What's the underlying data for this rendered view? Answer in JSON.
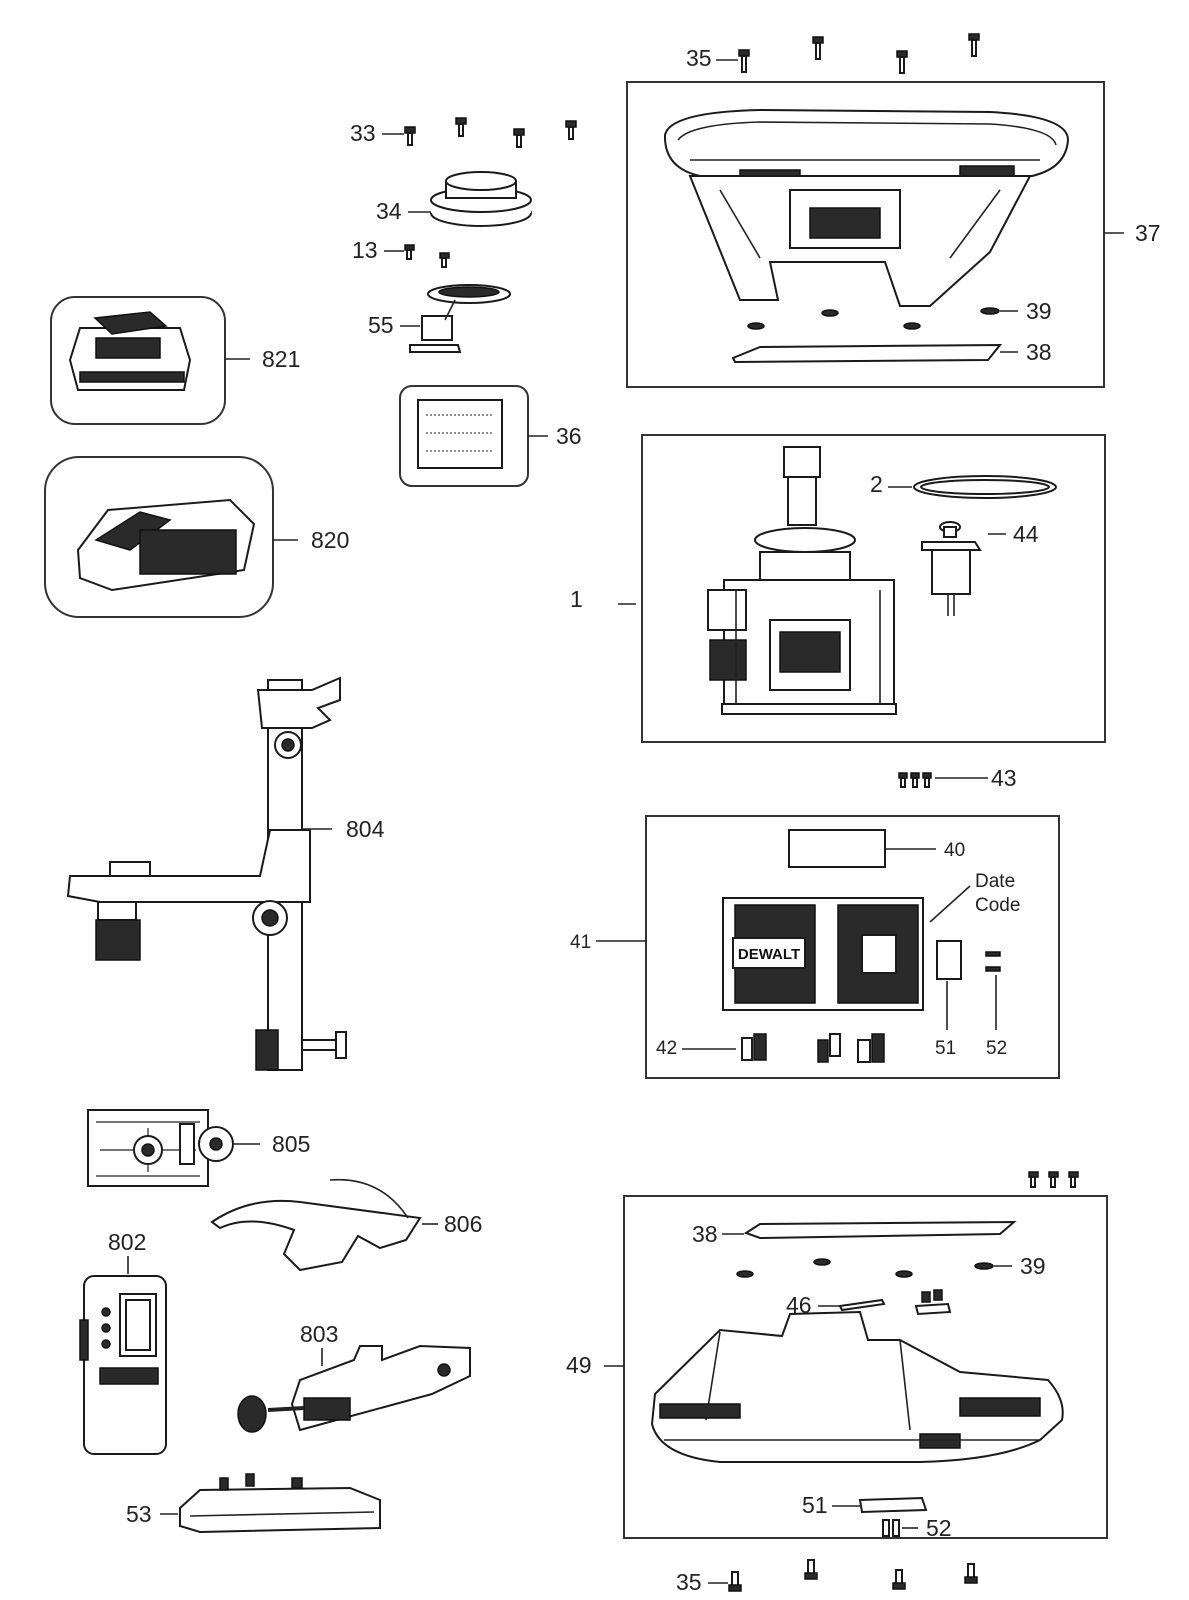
{
  "labels": {
    "p35_top": "35",
    "p33": "33",
    "p34": "34",
    "p13": "13",
    "p55": "55",
    "p36": "36",
    "p37": "37",
    "p39_top": "39",
    "p38_top": "38",
    "p821": "821",
    "p820": "820",
    "p2": "2",
    "p44": "44",
    "p1": "1",
    "p43": "43",
    "p804": "804",
    "p40": "40",
    "date_code_line1": "Date",
    "date_code_line2": "Code",
    "p41": "41",
    "p42": "42",
    "p51_mid": "51",
    "p52_mid": "52",
    "p805": "805",
    "p806": "806",
    "p802": "802",
    "p803": "803",
    "p38_bot": "38",
    "p39_bot": "39",
    "p46": "46",
    "p49": "49",
    "p51_bot": "51",
    "p52_bot": "52",
    "p53": "53",
    "p35_bot": "35"
  },
  "brand_logo_text": "DEWALT"
}
